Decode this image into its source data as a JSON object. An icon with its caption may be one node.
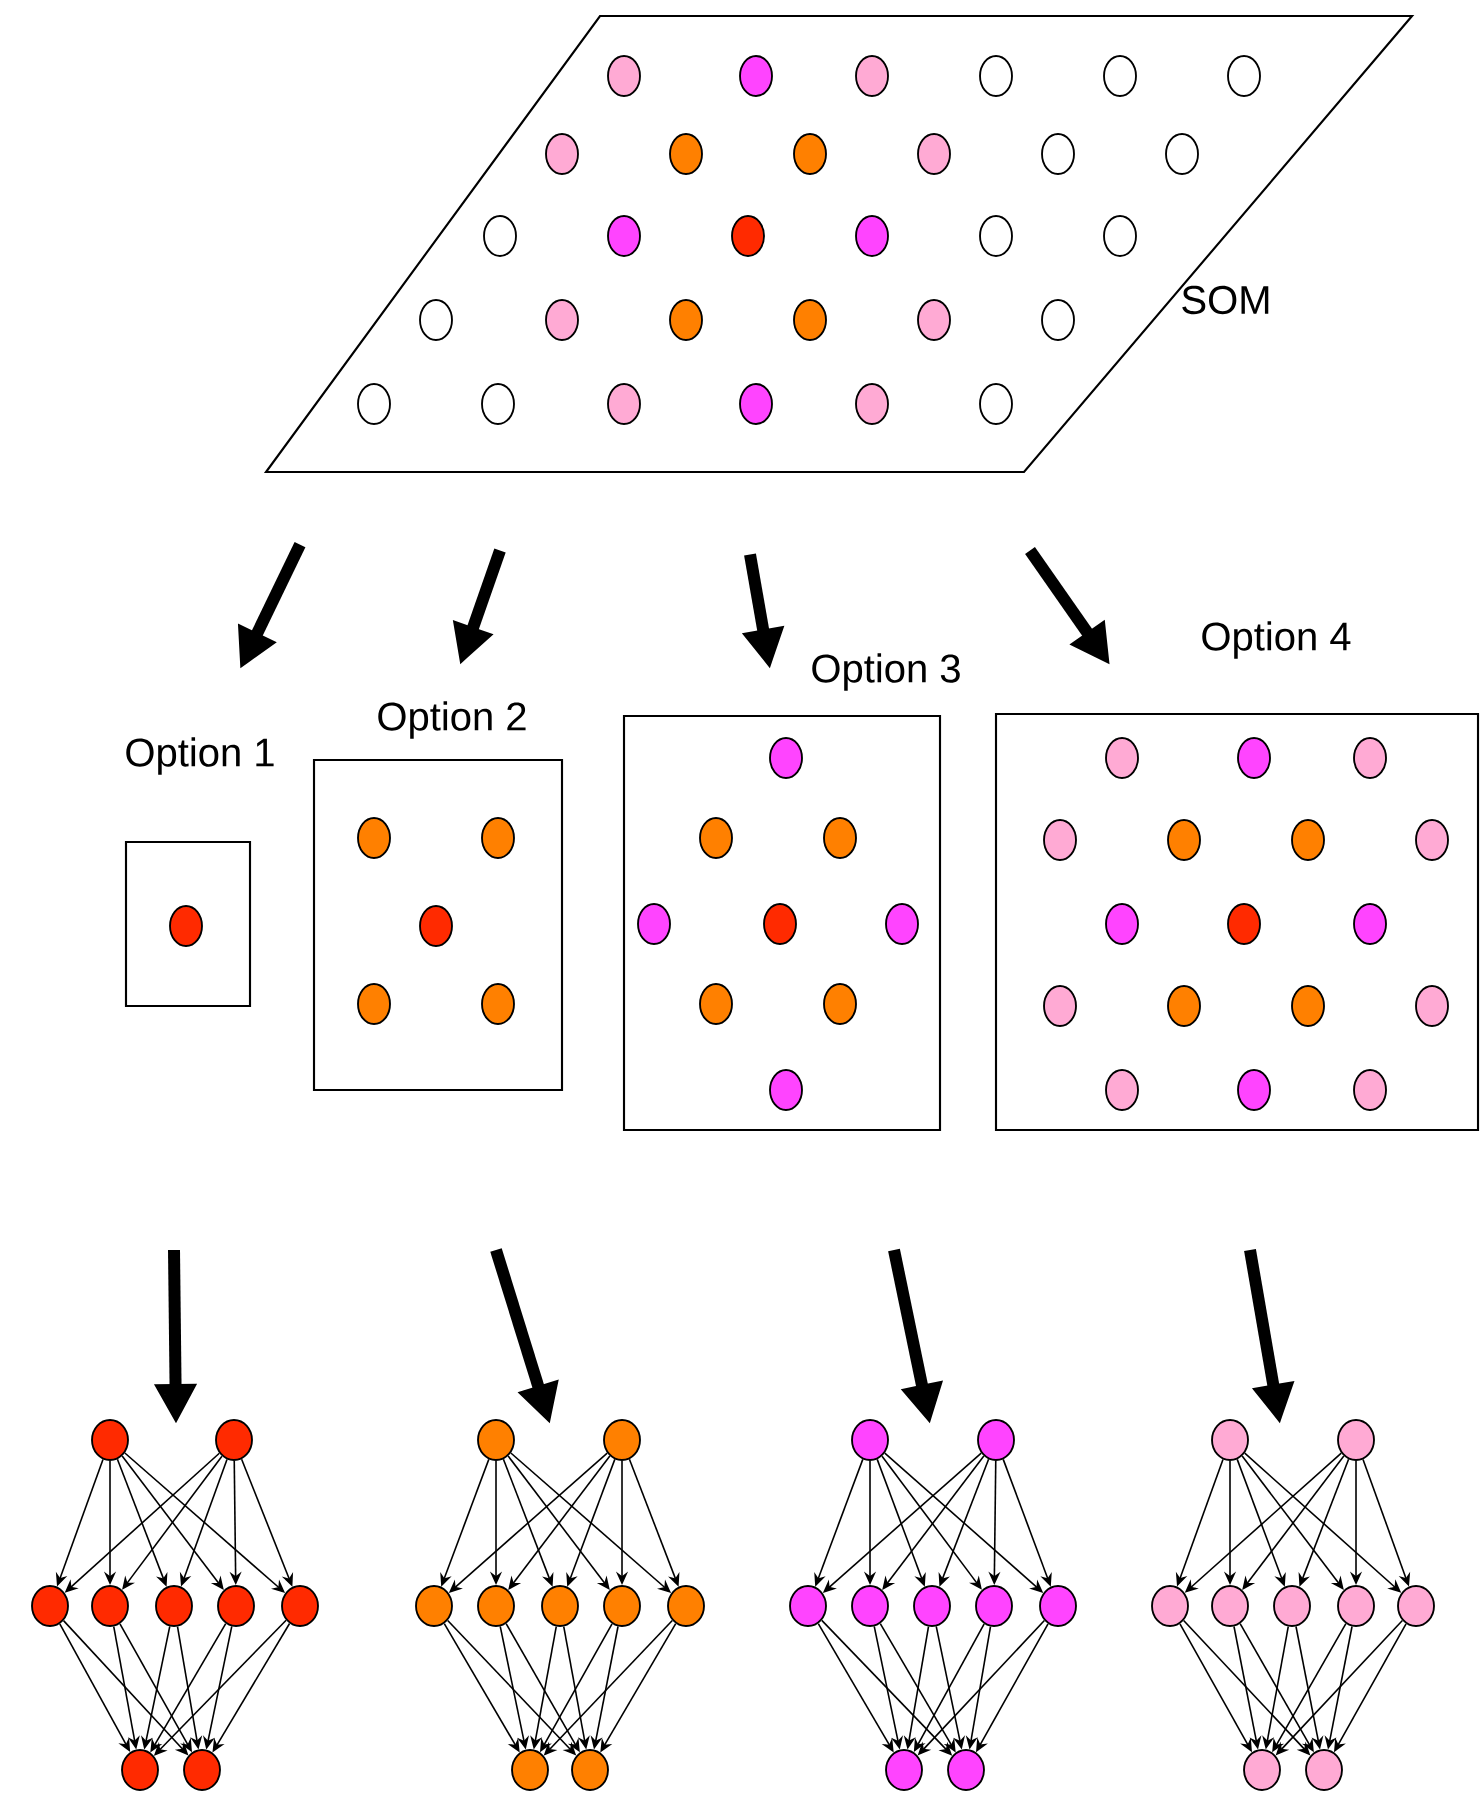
{
  "diagram": {
    "nodes": [
      {
        "text": [],
        "shape": "parallelogram",
        "beside": [
          "SOM"
        ]
      },
      {
        "text": [
          "Option 1"
        ]
      },
      {
        "text": [
          "Option 2"
        ]
      },
      {
        "text": [
          "Option 3"
        ]
      },
      {
        "text": [
          "Option 4"
        ]
      },
      {
        "text": [],
        "shape": "circle"
      },
      {
        "text": [],
        "shape": "circle"
      },
      {
        "text": [],
        "shape": "circle"
      },
      {
        "text": [],
        "shape": "circle"
      },
      {
        "text": [],
        "shape": "circle"
      },
      {
        "text": [],
        "shape": "circle"
      },
      {
        "text": [],
        "shape": "circle"
      },
      {
        "text": [],
        "shape": "circle"
      },
      {
        "text": [],
        "shape": "circle"
      },
      {
        "text": [],
        "shape": "circle"
      },
      {
        "text": [],
        "shape": "circle"
      },
      {
        "text": [],
        "shape": "circle"
      },
      {
        "text": [],
        "shape": "circle"
      },
      {
        "text": [],
        "shape": "circle"
      },
      {
        "text": [],
        "shape": "circle"
      },
      {
        "text": [],
        "shape": "circle"
      },
      {
        "text": [],
        "shape": "circle"
      },
      {
        "text": [],
        "shape": "circle"
      },
      {
        "text": [],
        "shape": "circle"
      },
      {
        "text": [],
        "shape": "circle"
      },
      {
        "text": [],
        "shape": "circle"
      },
      {
        "text": [],
        "shape": "circle"
      },
      {
        "text": [],
        "shape": "circle"
      },
      {
        "text": [],
        "shape": "circle"
      },
      {
        "text": [],
        "shape": "circle"
      },
      {
        "text": [],
        "shape": "circle"
      },
      {
        "text": [],
        "shape": "circle"
      },
      {
        "text": [],
        "shape": "circle"
      },
      {
        "text": [],
        "shape": "circle"
      },
      {
        "text": [],
        "shape": "circle"
      },
      {
        "text": [],
        "shape": "circle"
      },
      {
        "text": [],
        "shape": "circle"
      },
      {
        "text": [],
        "shape": "circle"
      },
      {
        "text": [],
        "shape": "circle"
      },
      {
        "text": [],
        "shape": "circle"
      },
      {
        "text": [],
        "shape": "circle"
      }
    ],
    "edges": [
      {
        "from": 0,
        "to": 1,
        "arrow": "to",
        "style": "thick"
      },
      {
        "from": 0,
        "to": 2,
        "arrow": "to",
        "style": "thick"
      },
      {
        "from": 0,
        "to": 3,
        "arrow": "to",
        "style": "thick"
      },
      {
        "from": 0,
        "to": 4,
        "arrow": "to",
        "style": "thick"
      },
      {
        "from": 5,
        "to": 7,
        "arrow": "to"
      },
      {
        "from": 5,
        "to": 8,
        "arrow": "to"
      },
      {
        "from": 5,
        "to": 9,
        "arrow": "to"
      },
      {
        "from": 5,
        "to": 10,
        "arrow": "to"
      },
      {
        "from": 5,
        "to": 11,
        "arrow": "to"
      },
      {
        "from": 6,
        "to": 7,
        "arrow": "to"
      },
      {
        "from": 6,
        "to": 8,
        "arrow": "to"
      },
      {
        "from": 6,
        "to": 9,
        "arrow": "to"
      },
      {
        "from": 6,
        "to": 10,
        "arrow": "to"
      },
      {
        "from": 6,
        "to": 11,
        "arrow": "to"
      },
      {
        "from": 7,
        "to": 12,
        "arrow": "to"
      },
      {
        "from": 7,
        "to": 13,
        "arrow": "to"
      },
      {
        "from": 8,
        "to": 12,
        "arrow": "to"
      },
      {
        "from": 8,
        "to": 13,
        "arrow": "to"
      },
      {
        "from": 9,
        "to": 12,
        "arrow": "to"
      },
      {
        "from": 9,
        "to": 13,
        "arrow": "to"
      },
      {
        "from": 10,
        "to": 12,
        "arrow": "to"
      },
      {
        "from": 10,
        "to": 13,
        "arrow": "to"
      },
      {
        "from": 11,
        "to": 12,
        "arrow": "to"
      },
      {
        "from": 11,
        "to": 13,
        "arrow": "to"
      },
      {
        "from": 14,
        "to": 16,
        "arrow": "to"
      },
      {
        "from": 14,
        "to": 17,
        "arrow": "to"
      },
      {
        "from": 14,
        "to": 18,
        "arrow": "to"
      },
      {
        "from": 14,
        "to": 19,
        "arrow": "to"
      },
      {
        "from": 14,
        "to": 20,
        "arrow": "to"
      },
      {
        "from": 15,
        "to": 16,
        "arrow": "to"
      },
      {
        "from": 15,
        "to": 17,
        "arrow": "to"
      },
      {
        "from": 15,
        "to": 18,
        "arrow": "to"
      },
      {
        "from": 15,
        "to": 19,
        "arrow": "to"
      },
      {
        "from": 15,
        "to": 20,
        "arrow": "to"
      },
      {
        "from": 16,
        "to": 21,
        "arrow": "to"
      },
      {
        "from": 16,
        "to": 22,
        "arrow": "to"
      },
      {
        "from": 17,
        "to": 21,
        "arrow": "to"
      },
      {
        "from": 17,
        "to": 22,
        "arrow": "to"
      },
      {
        "from": 18,
        "to": 21,
        "arrow": "to"
      },
      {
        "from": 18,
        "to": 22,
        "arrow": "to"
      },
      {
        "from": 19,
        "to": 21,
        "arrow": "to"
      },
      {
        "from": 19,
        "to": 22,
        "arrow": "to"
      },
      {
        "from": 20,
        "to": 21,
        "arrow": "to"
      },
      {
        "from": 20,
        "to": 22,
        "arrow": "to"
      },
      {
        "from": 23,
        "to": 25,
        "arrow": "to"
      },
      {
        "from": 23,
        "to": 26,
        "arrow": "to"
      },
      {
        "from": 23,
        "to": 27,
        "arrow": "to"
      },
      {
        "from": 23,
        "to": 28,
        "arrow": "to"
      },
      {
        "from": 23,
        "to": 29,
        "arrow": "to"
      },
      {
        "from": 24,
        "to": 25,
        "arrow": "to"
      },
      {
        "from": 24,
        "to": 26,
        "arrow": "to"
      },
      {
        "from": 24,
        "to": 27,
        "arrow": "to"
      },
      {
        "from": 24,
        "to": 28,
        "arrow": "to"
      },
      {
        "from": 24,
        "to": 29,
        "arrow": "to"
      },
      {
        "from": 25,
        "to": 30,
        "arrow": "to"
      },
      {
        "from": 25,
        "to": 31,
        "arrow": "to"
      },
      {
        "from": 26,
        "to": 30,
        "arrow": "to"
      },
      {
        "from": 26,
        "to": 31,
        "arrow": "to"
      },
      {
        "from": 27,
        "to": 30,
        "arrow": "to"
      },
      {
        "from": 27,
        "to": 31,
        "arrow": "to"
      },
      {
        "from": 28,
        "to": 30,
        "arrow": "to"
      },
      {
        "from": 28,
        "to": 31,
        "arrow": "to"
      },
      {
        "from": 29,
        "to": 30,
        "arrow": "to"
      },
      {
        "from": 29,
        "to": 31,
        "arrow": "to"
      },
      {
        "from": 32,
        "to": 34,
        "arrow": "to"
      },
      {
        "from": 32,
        "to": 35,
        "arrow": "to"
      },
      {
        "from": 32,
        "to": 36,
        "arrow": "to"
      },
      {
        "from": 32,
        "to": 37,
        "arrow": "to"
      },
      {
        "from": 32,
        "to": 38,
        "arrow": "to"
      },
      {
        "from": 33,
        "to": 34,
        "arrow": "to"
      },
      {
        "from": 33,
        "to": 35,
        "arrow": "to"
      },
      {
        "from": 33,
        "to": 36,
        "arrow": "to"
      },
      {
        "from": 33,
        "to": 37,
        "arrow": "to"
      },
      {
        "from": 33,
        "to": 38,
        "arrow": "to"
      },
      {
        "from": 34,
        "to": 39,
        "arrow": "to"
      },
      {
        "from": 34,
        "to": 40,
        "arrow": "to"
      },
      {
        "from": 35,
        "to": 39,
        "arrow": "to"
      },
      {
        "from": 35,
        "to": 40,
        "arrow": "to"
      },
      {
        "from": 36,
        "to": 39,
        "arrow": "to"
      },
      {
        "from": 36,
        "to": 40,
        "arrow": "to"
      },
      {
        "from": 37,
        "to": 39,
        "arrow": "to"
      },
      {
        "from": 37,
        "to": 40,
        "arrow": "to"
      },
      {
        "from": 38,
        "to": 39,
        "arrow": "to"
      },
      {
        "from": 38,
        "to": 40,
        "arrow": "to"
      }
    ]
  }
}
